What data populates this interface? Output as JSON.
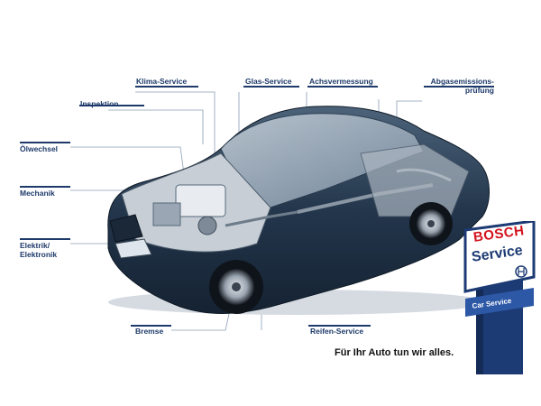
{
  "labels": {
    "klima": "Klima-Service",
    "glas": "Glas-Service",
    "achs": "Achsvermessung",
    "abgas_1": "Abgasemissions-",
    "abgas_2": "prüfung",
    "inspektion": "Inspektion",
    "oel": "Ölwechsel",
    "mechanik": "Mechanik",
    "elektrik_1": "Elektrik/",
    "elektrik_2": "Elektronik",
    "bremse": "Bremse",
    "reifen": "Reifen-Service"
  },
  "tagline": "Für Ihr Auto tun wir alles.",
  "sign": {
    "brand": "BOSCH",
    "service": "Service",
    "plate": "Car Service"
  },
  "colors": {
    "label": "#1e3a6a",
    "car_body": "#23364c",
    "sign_blue": "#1c3a73",
    "bosch_red": "#d3121c",
    "leader_line": "#8a9cb4"
  }
}
